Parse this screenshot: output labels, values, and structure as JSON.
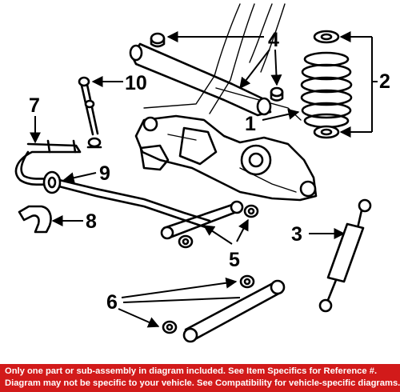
{
  "callouts": {
    "c1": "1",
    "c2": "2",
    "c3": "3",
    "c4": "4",
    "c5": "5",
    "c6": "6",
    "c7": "7",
    "c8": "8",
    "c9": "9",
    "c10": "10"
  },
  "notice": {
    "line1": "Only one part or sub-assembly in diagram included. See Item Specifics for Reference #.",
    "line2": "Diagram may not be specific to your vehicle. See Compatibility for vehicle-specific diagrams."
  },
  "colors": {
    "notice_background": "#d21a1a",
    "notice_text": "#ffffff",
    "line_art": "#000000"
  }
}
